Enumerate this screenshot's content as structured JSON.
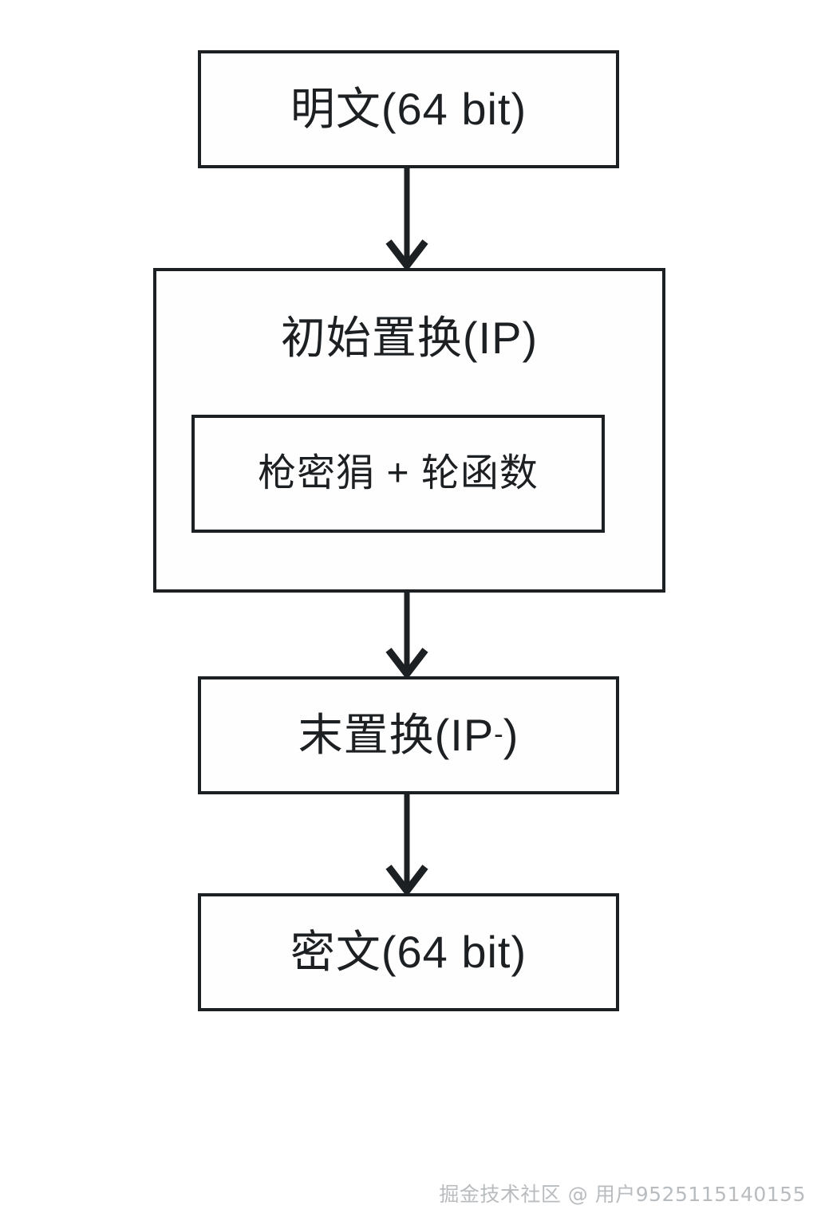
{
  "diagram": {
    "title": "DES encryption flow",
    "type": "flowchart",
    "direction": "top-to-bottom",
    "colors": {
      "stroke": "#1d2023",
      "fill": "#fefefe",
      "background": "#ffffff",
      "watermark": "#b9bcbf"
    },
    "nodes": [
      {
        "id": "plaintext",
        "label": "明文(64 bit)",
        "shape": "rectangle"
      },
      {
        "id": "initial-permutation",
        "label": "初始置换(IP)",
        "shape": "rectangle",
        "contains": "round-function"
      },
      {
        "id": "round-function",
        "label": "枪密狷 + 轮函数",
        "shape": "rectangle",
        "nested": true
      },
      {
        "id": "final-permutation",
        "label": "末置换(IP",
        "superscript": "-",
        "label_suffix": ")",
        "shape": "rectangle"
      },
      {
        "id": "ciphertext",
        "label": "密文(64 bit)",
        "shape": "rectangle"
      }
    ],
    "edges": [
      {
        "from": "plaintext",
        "to": "initial-permutation",
        "arrow": "open-v"
      },
      {
        "from": "initial-permutation",
        "to": "round-function",
        "arrow": "open-v"
      },
      {
        "from": "round-function",
        "to": "final-permutation",
        "arrow": "open-v"
      },
      {
        "from": "final-permutation",
        "to": "ciphertext",
        "arrow": "open-v"
      }
    ]
  },
  "watermark": {
    "text": "掘金技术社区 @ 用户9525115140155"
  }
}
